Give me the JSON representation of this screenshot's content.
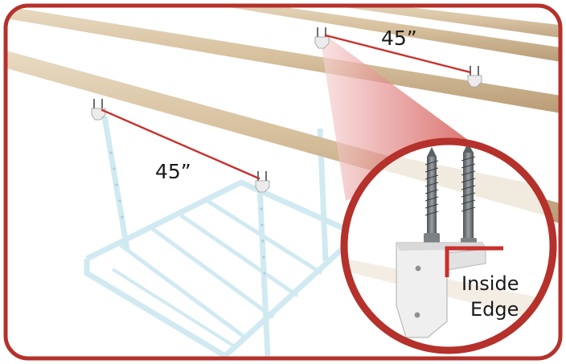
{
  "dimensions": {
    "left_spacing": "45”",
    "right_spacing": "45”"
  },
  "callout": {
    "line1": "Inside",
    "line2": "Edge"
  },
  "colors": {
    "frame": "#b5312b",
    "accent": "#c9302c",
    "joist": "#d8c3a3",
    "rack": "#cfe9f2",
    "bracket": "#ececec",
    "screw": "#6a6f73"
  },
  "icons": [
    "ceiling-bracket-icon",
    "lag-screw-icon"
  ]
}
